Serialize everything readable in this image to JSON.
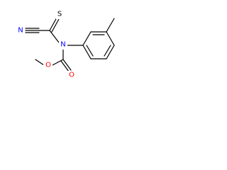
{
  "molecule": {
    "atoms": {
      "sulfur": {
        "label": "S",
        "color": "#000000"
      },
      "nitrile_n": {
        "label": "N",
        "color": "#0000ff"
      },
      "amide_n": {
        "label": "N",
        "color": "#0000ff"
      },
      "carbonyl_o": {
        "label": "O",
        "color": "#ff0000"
      },
      "ester_o": {
        "label": "O",
        "color": "#ff0000"
      }
    }
  }
}
